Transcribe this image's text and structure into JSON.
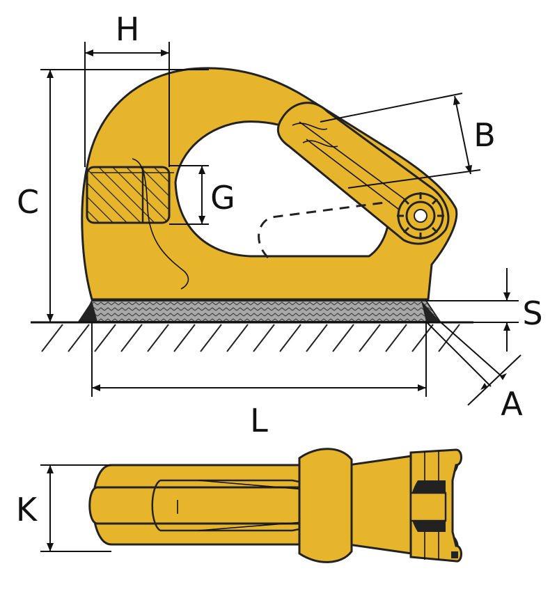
{
  "labels": {
    "H": "H",
    "B": "B",
    "C": "C",
    "G": "G",
    "S": "S",
    "A": "A",
    "L": "L",
    "K": "K"
  },
  "colors": {
    "body_yellow": "#e7b52b",
    "body_shadow": "#c99413",
    "outline": "#222222",
    "weld": "#9a9a9a",
    "background": "#ffffff"
  },
  "icons": [
    "hook-side-view",
    "hook-top-view",
    "ground-hatch",
    "weld-seam"
  ]
}
